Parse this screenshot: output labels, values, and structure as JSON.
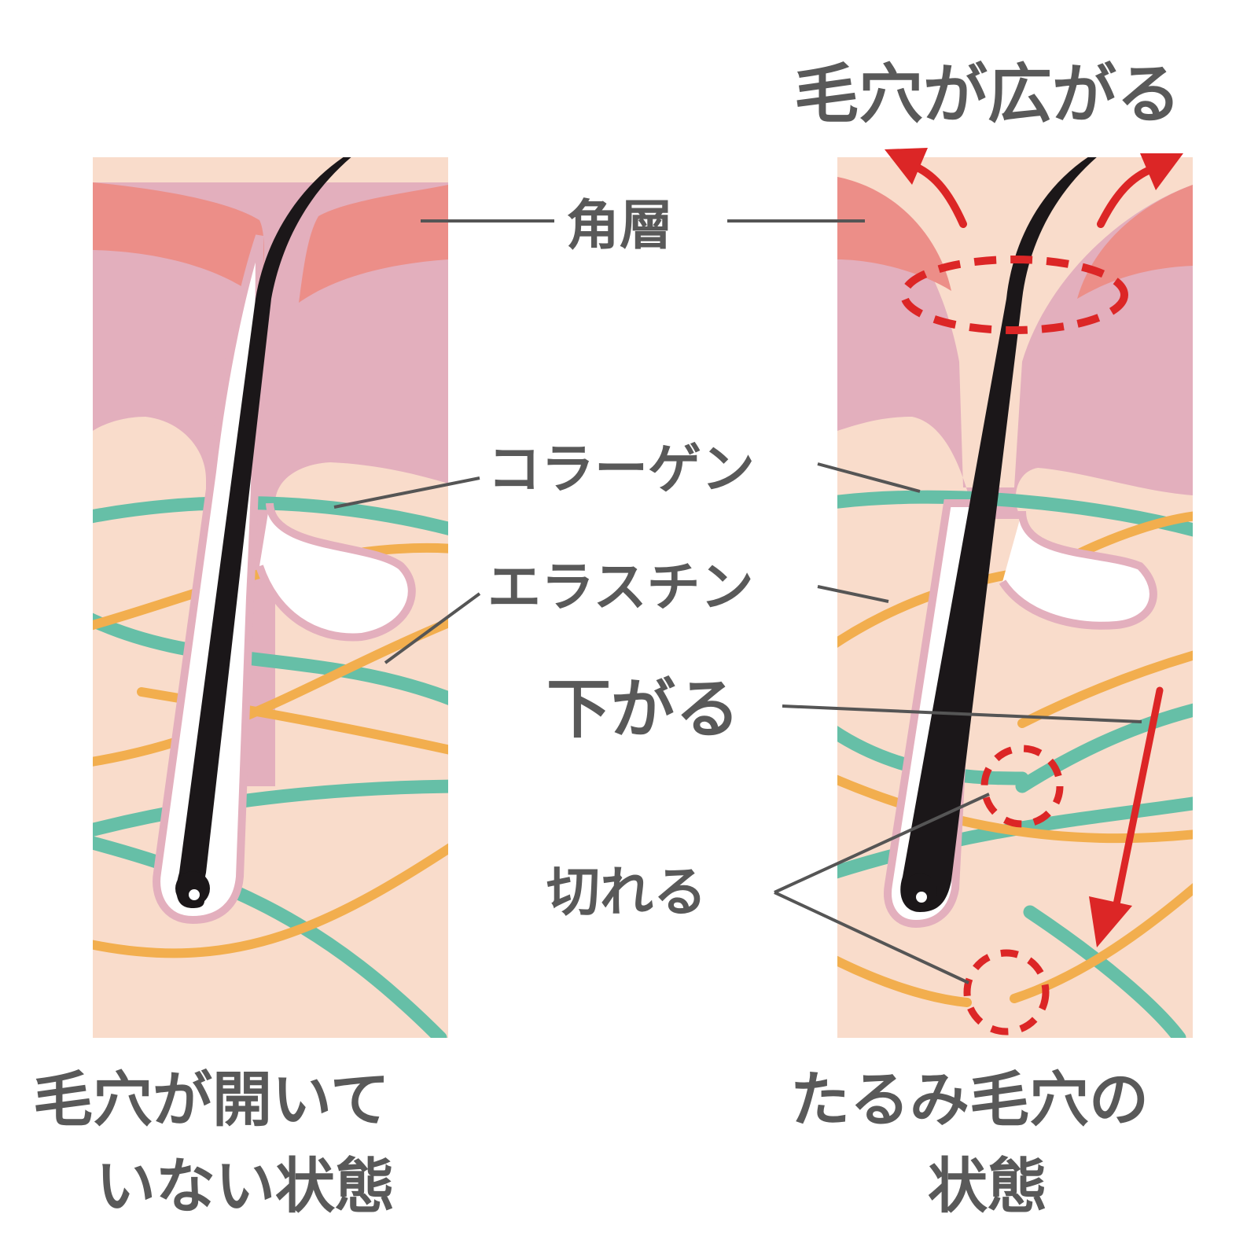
{
  "labels": {
    "stratum_corneum": "角層",
    "collagen": "コラーゲン",
    "elastin": "エラスチン",
    "sag": "下がる",
    "break": "切れる",
    "pore_expands": "毛穴が広がる"
  },
  "captions": {
    "left_line1": "毛穴が開いて",
    "left_line2": "いない状態",
    "right_line1": "たるみ毛穴の",
    "right_line2": "状態"
  },
  "colors": {
    "stratum_corneum": "#EC8E88",
    "epidermis": "#E3AFBD",
    "dermis": "#F9DCCB",
    "collagen": "#66BFA7",
    "elastin": "#F2AE4E",
    "hair": "#1B1719",
    "follicle_outline": "#E3AFBD",
    "accent_red": "#DC2626",
    "text": "#595959",
    "leader_line": "#555555"
  }
}
